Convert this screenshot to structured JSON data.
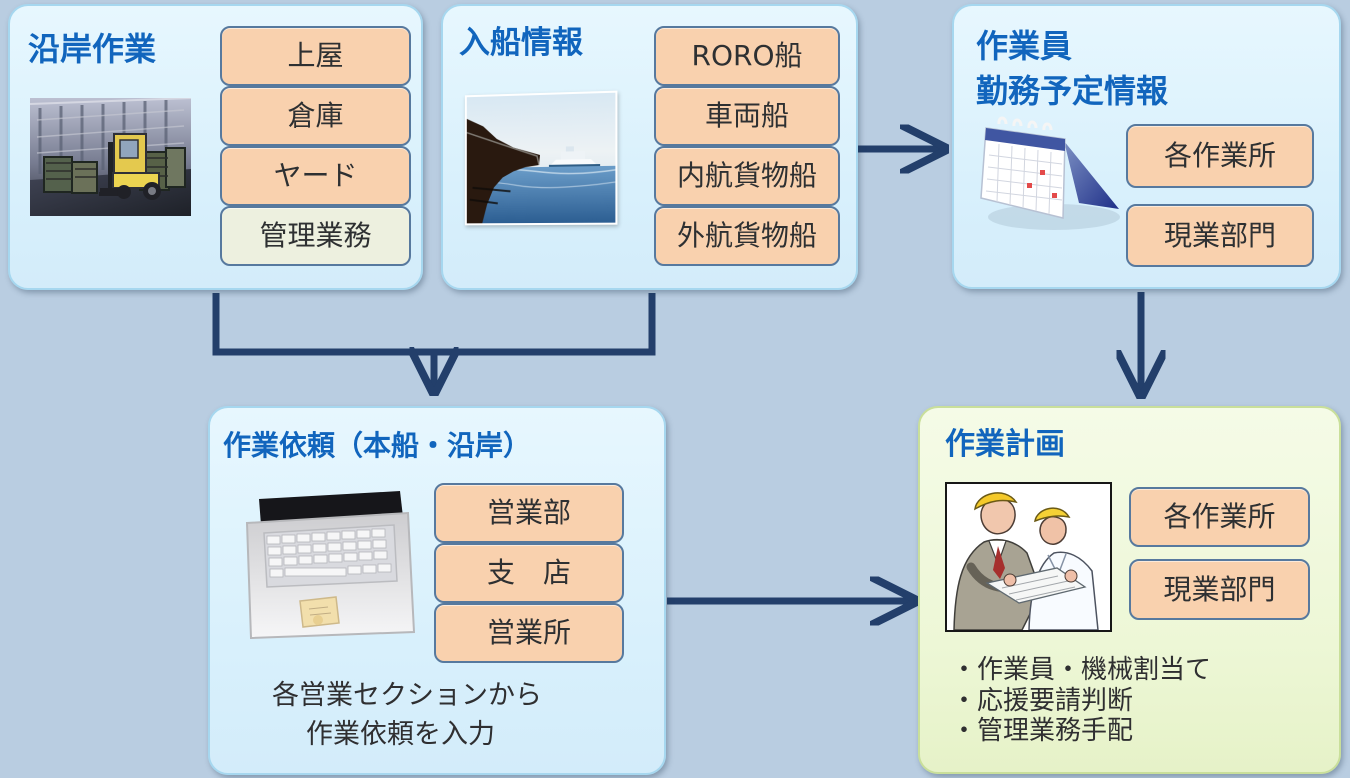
{
  "panels": {
    "coastal": {
      "title": "沿岸作業",
      "items": [
        "上屋",
        "倉庫",
        "ヤード",
        "管理業務"
      ]
    },
    "arrival": {
      "title": "入船情報",
      "items": [
        "RORO船",
        "車両船",
        "内航貨物船",
        "外航貨物船"
      ]
    },
    "staff": {
      "title_line1": "作業員",
      "title_line2": "勤務予定情報",
      "items": [
        "各作業所",
        "現業部門"
      ]
    },
    "request": {
      "title": "作業依頼（本船・沿岸）",
      "items": [
        "営業部",
        "支　店",
        "営業所"
      ],
      "note_line1": "各営業セクションから",
      "note_line2": "作業依頼を入力"
    },
    "plan": {
      "title": "作業計画",
      "items": [
        "各作業所",
        "現業部門"
      ],
      "notes": [
        "作業員・機械割当て",
        "応援要請判断",
        "管理業務手配"
      ]
    }
  },
  "colors": {
    "background": "#b9cde1",
    "panel_blue": "#dcf2fc",
    "panel_green": "#edf7d6",
    "title_blue": "#1165bd",
    "tag_orange": "#f9d1ae",
    "tag_beige": "#edf0df",
    "arrow": "#233f6b"
  },
  "icons": {
    "coastal_image": "forklift-warehouse-illustration",
    "arrival_image": "cargo-ship-photo",
    "staff_image": "calendar-icon",
    "request_image": "laptop-keyboard-illustration",
    "plan_image": "engineers-with-helmets-illustration"
  }
}
